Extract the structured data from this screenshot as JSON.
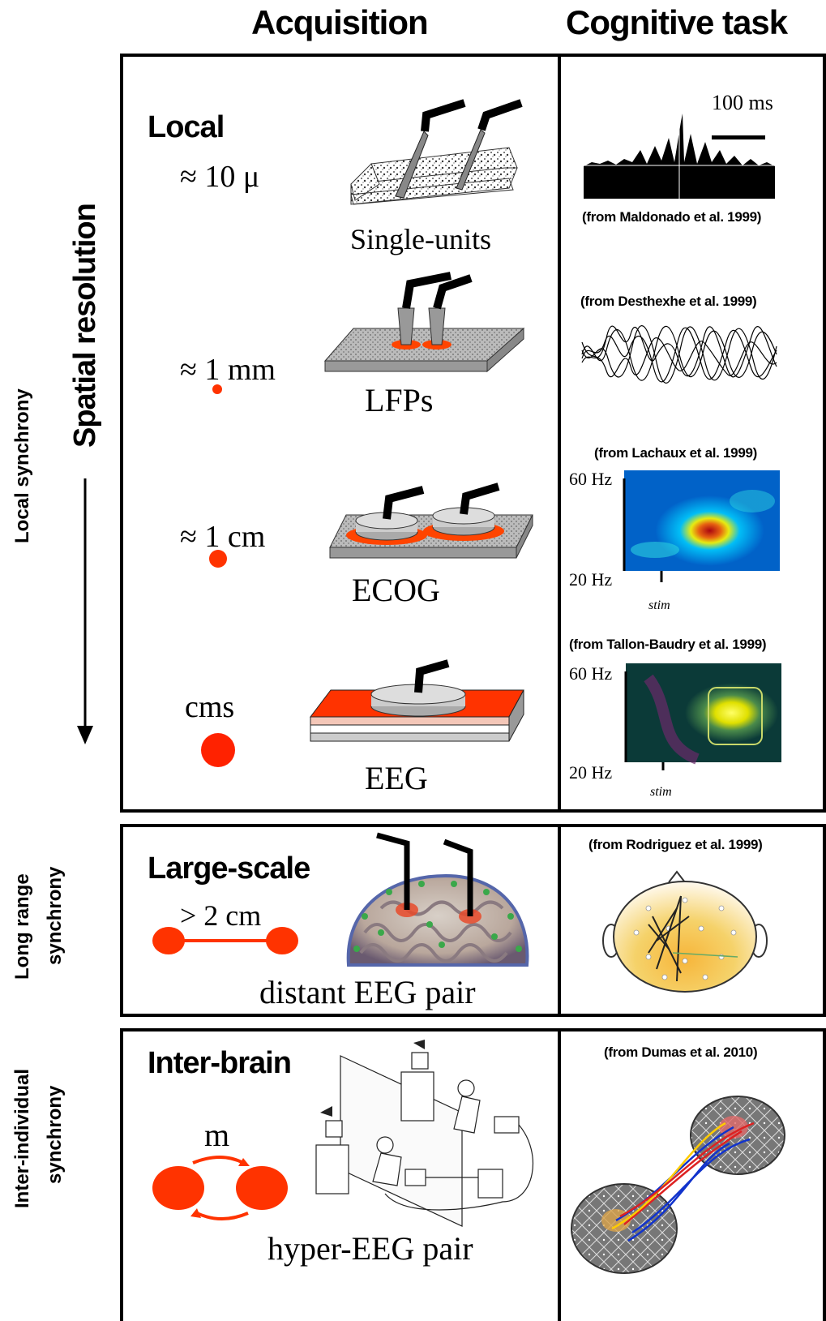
{
  "headers": {
    "acquisition": "Acquisition",
    "cognitive_task": "Cognitive task"
  },
  "axis": {
    "spatial_resolution": "Spatial resolution"
  },
  "row_labels": {
    "local": "Local synchrony",
    "long_range_1": "Long range",
    "long_range_2": "synchrony",
    "inter_1": "Inter-individual",
    "inter_2": "synchrony"
  },
  "local": {
    "title": "Local",
    "items": [
      {
        "scale": "≈ 10 μ",
        "method": "Single-units",
        "source": "(from Maldonado et al. 1999)"
      },
      {
        "scale": "≈ 1 mm",
        "method": "LFPs",
        "source": "(from Desthexhe et al. 1999)"
      },
      {
        "scale": "≈ 1 cm",
        "method": "ECOG",
        "source": "(from Lachaux et al. 1999)"
      },
      {
        "scale": "cms",
        "method": "EEG",
        "source": "(from Tallon-Baudry et al. 1999)"
      }
    ],
    "scale_bar": "100 ms",
    "freq_high": "60 Hz",
    "freq_low": "20 Hz",
    "stim": "stim"
  },
  "large_scale": {
    "title": "Large-scale",
    "scale": "> 2 cm",
    "method": "distant EEG pair",
    "source": "(from Rodriguez et al. 1999)"
  },
  "inter_brain": {
    "title": "Inter-brain",
    "scale": "m",
    "method": "hyper-EEG pair",
    "source": "(from Dumas et al. 2010)"
  },
  "colors": {
    "accent": "#ff3300",
    "frame": "#000000"
  }
}
